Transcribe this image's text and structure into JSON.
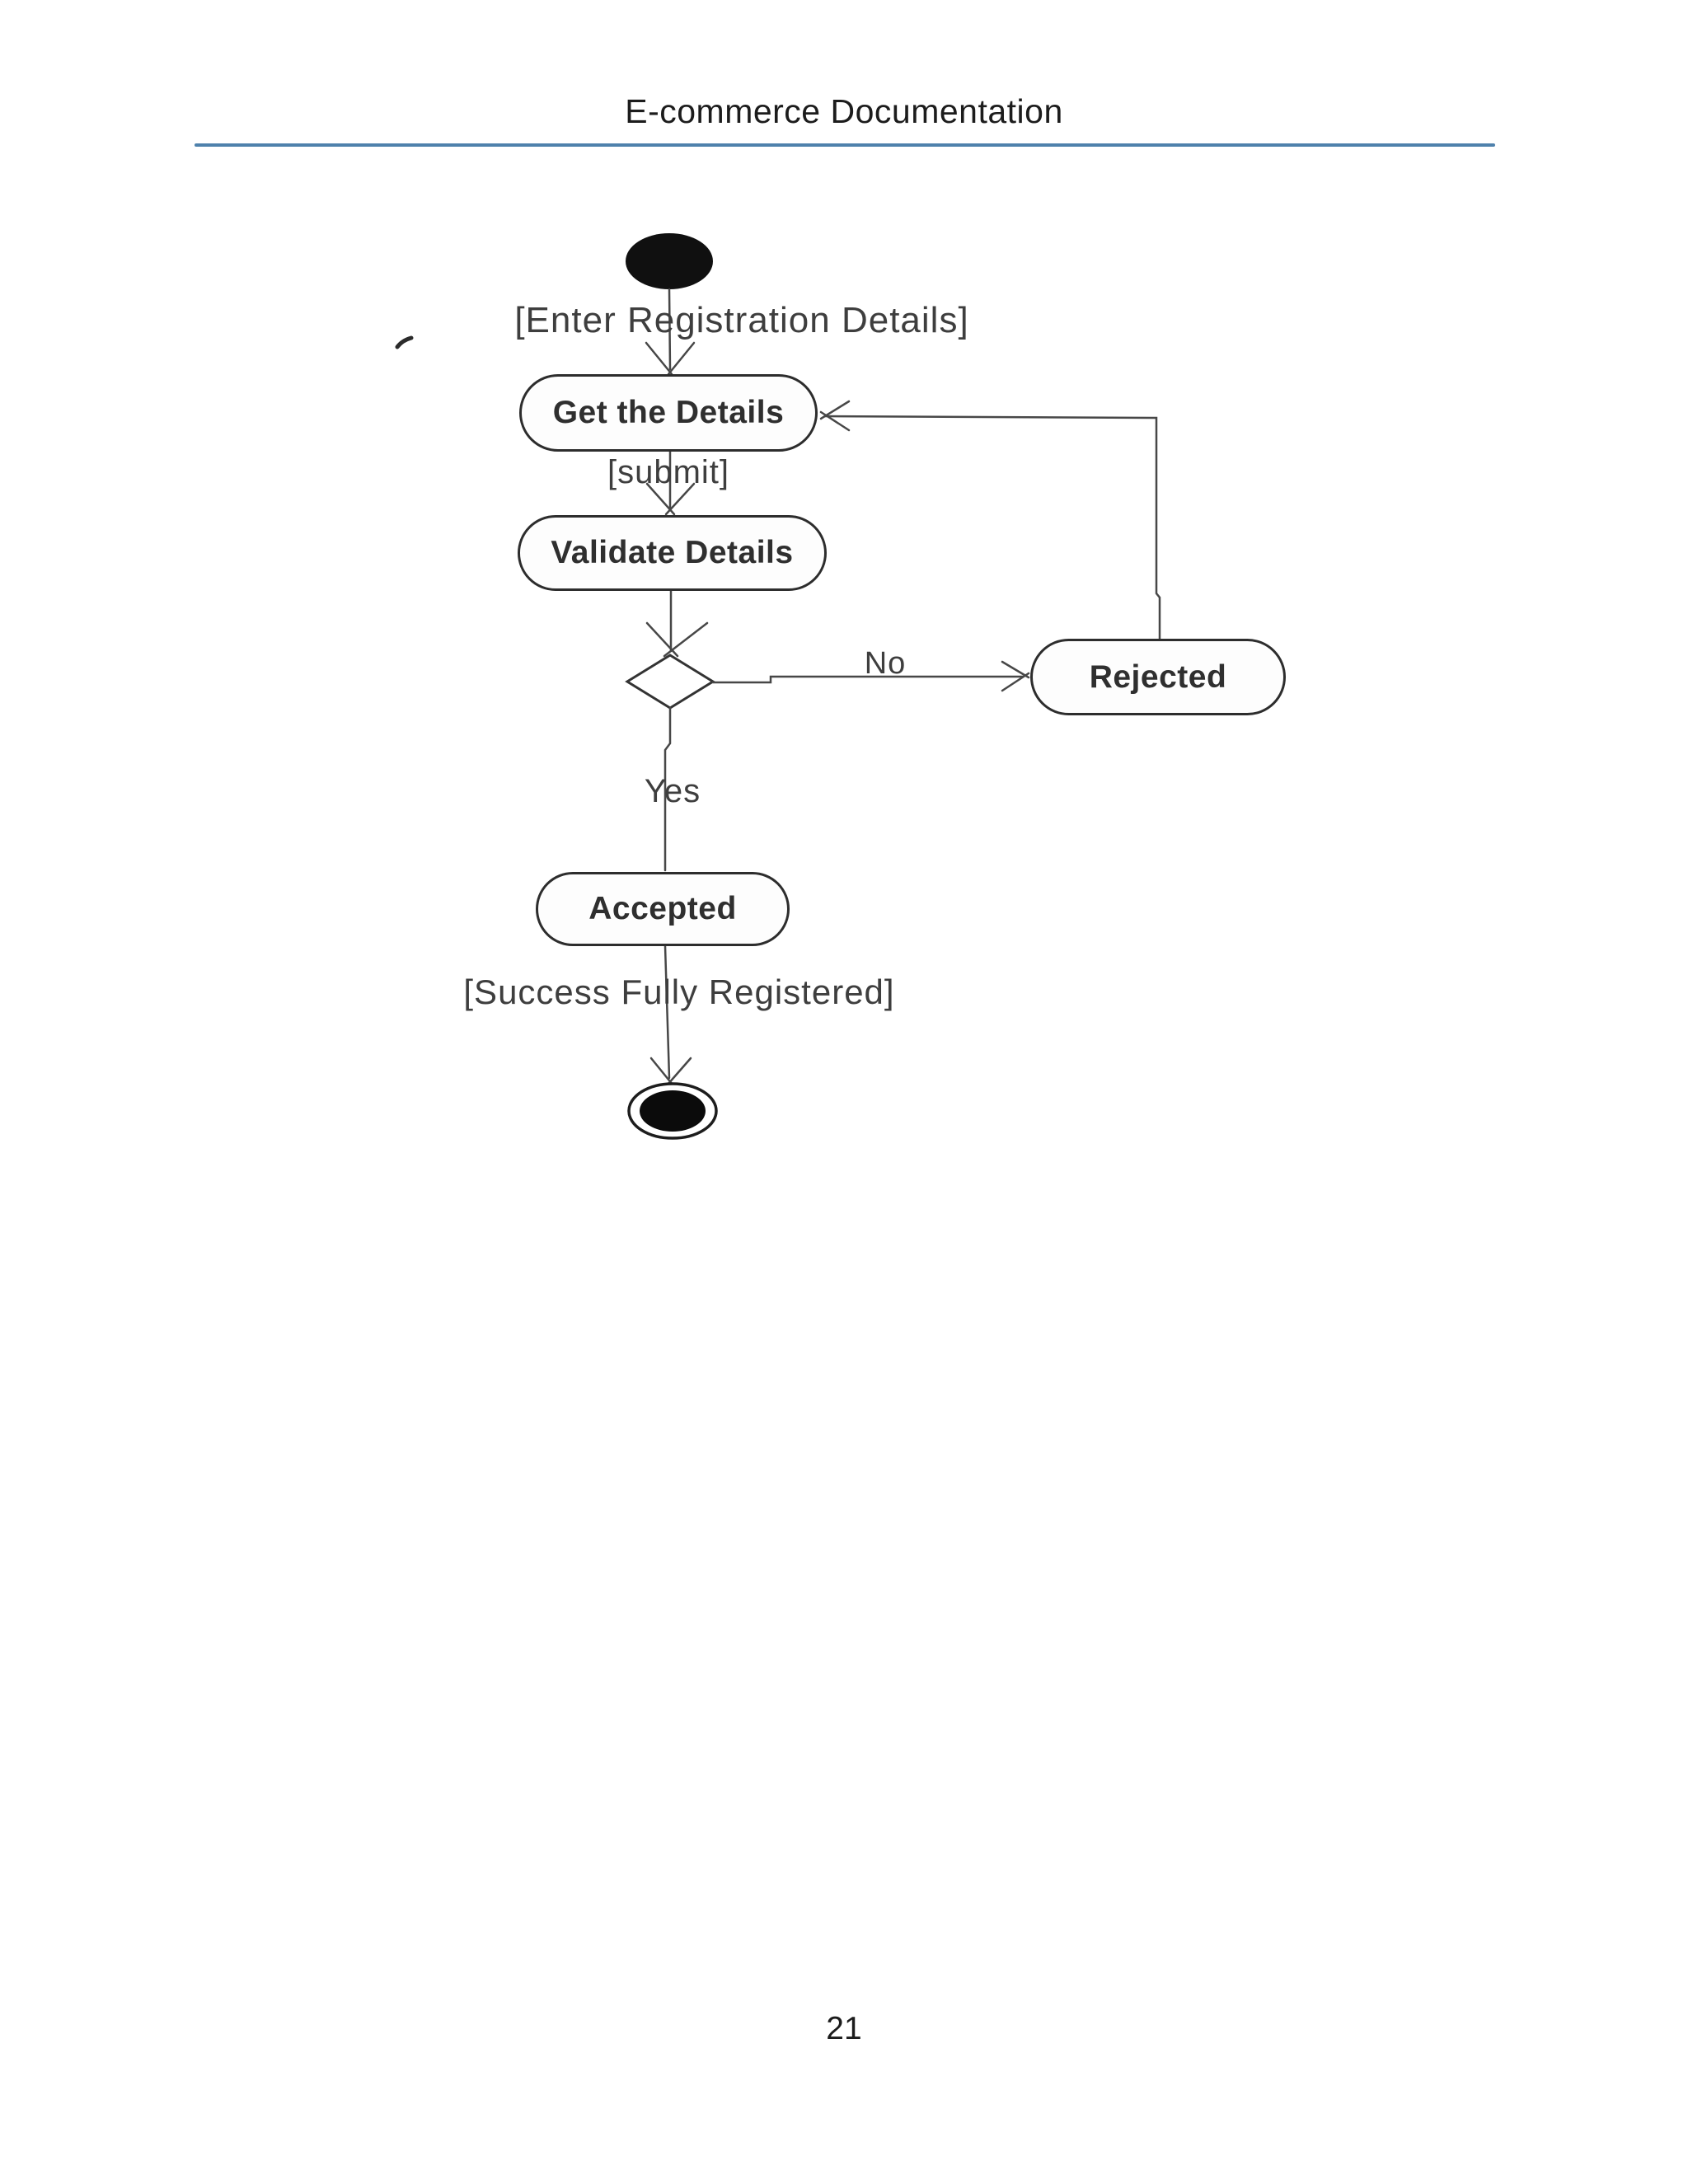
{
  "page": {
    "header_title": "E-commerce Documentation",
    "page_number": "21",
    "accent_color": "#4e81ac",
    "ink_color": "#2f2f2f"
  },
  "diagram": {
    "type": "uml-activity",
    "title": "User Registration Activity Diagram",
    "nodes": [
      {
        "id": "start",
        "kind": "initial",
        "label": ""
      },
      {
        "id": "get-details",
        "kind": "activity",
        "label": "Get the Details"
      },
      {
        "id": "validate-details",
        "kind": "activity",
        "label": "Validate Details"
      },
      {
        "id": "decision",
        "kind": "decision",
        "label": ""
      },
      {
        "id": "rejected",
        "kind": "activity",
        "label": "Rejected"
      },
      {
        "id": "accepted",
        "kind": "activity",
        "label": "Accepted"
      },
      {
        "id": "end",
        "kind": "final",
        "label": ""
      }
    ],
    "edges": [
      {
        "from": "start",
        "to": "get-details",
        "label": "[Enter Registration Details]"
      },
      {
        "from": "get-details",
        "to": "validate-details",
        "label": "[submit]"
      },
      {
        "from": "validate-details",
        "to": "decision",
        "label": ""
      },
      {
        "from": "decision",
        "to": "rejected",
        "label": "No"
      },
      {
        "from": "rejected",
        "to": "get-details",
        "label": ""
      },
      {
        "from": "decision",
        "to": "accepted",
        "label": "Yes"
      },
      {
        "from": "accepted",
        "to": "end",
        "label": "[Success Fully Registered]"
      }
    ]
  }
}
